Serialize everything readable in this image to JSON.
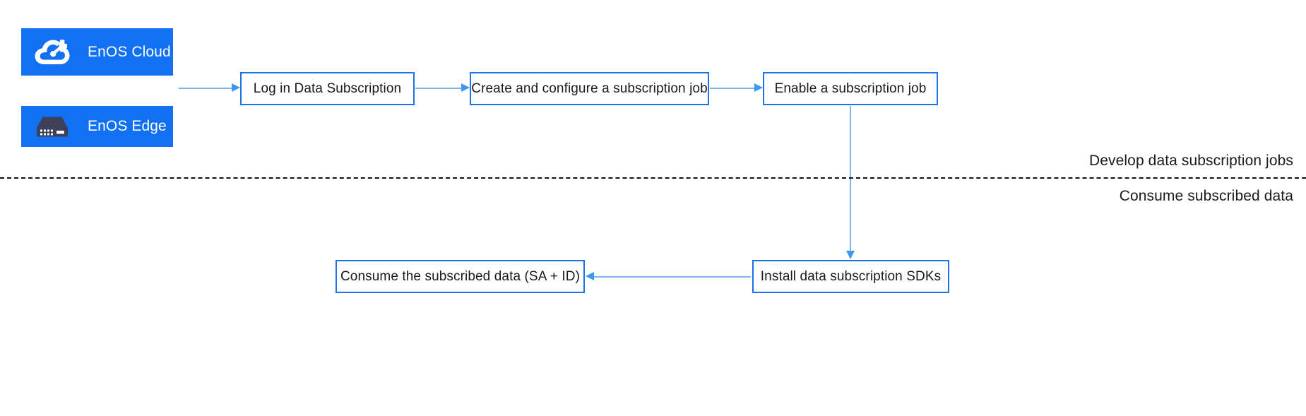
{
  "sources": [
    {
      "id": "enos-cloud",
      "label": "EnOS Cloud",
      "icon": "cloud-gauge-icon",
      "color": "#1271f2"
    },
    {
      "id": "enos-edge",
      "label": "EnOS Edge",
      "icon": "edge-gateway-icon",
      "color": "#1271f2"
    }
  ],
  "nodes": {
    "login": "Log in Data Subscription",
    "create": "Create and configure a subscription job",
    "enable": "Enable a subscription job",
    "install": "Install data subscription SDKs",
    "consume": "Consume the subscribed data (SA + ID)"
  },
  "zones": {
    "develop": "Develop data subscription jobs",
    "consume": "Consume subscribed data"
  },
  "colors": {
    "tile_blue": "#1271f2",
    "node_border": "#1a73e8",
    "connector": "#7cb6f2",
    "arrow_head": "#3d97f2",
    "divider": "#111111",
    "text": "#1a1a1a",
    "tile_icon_dark": "#3c4159"
  }
}
